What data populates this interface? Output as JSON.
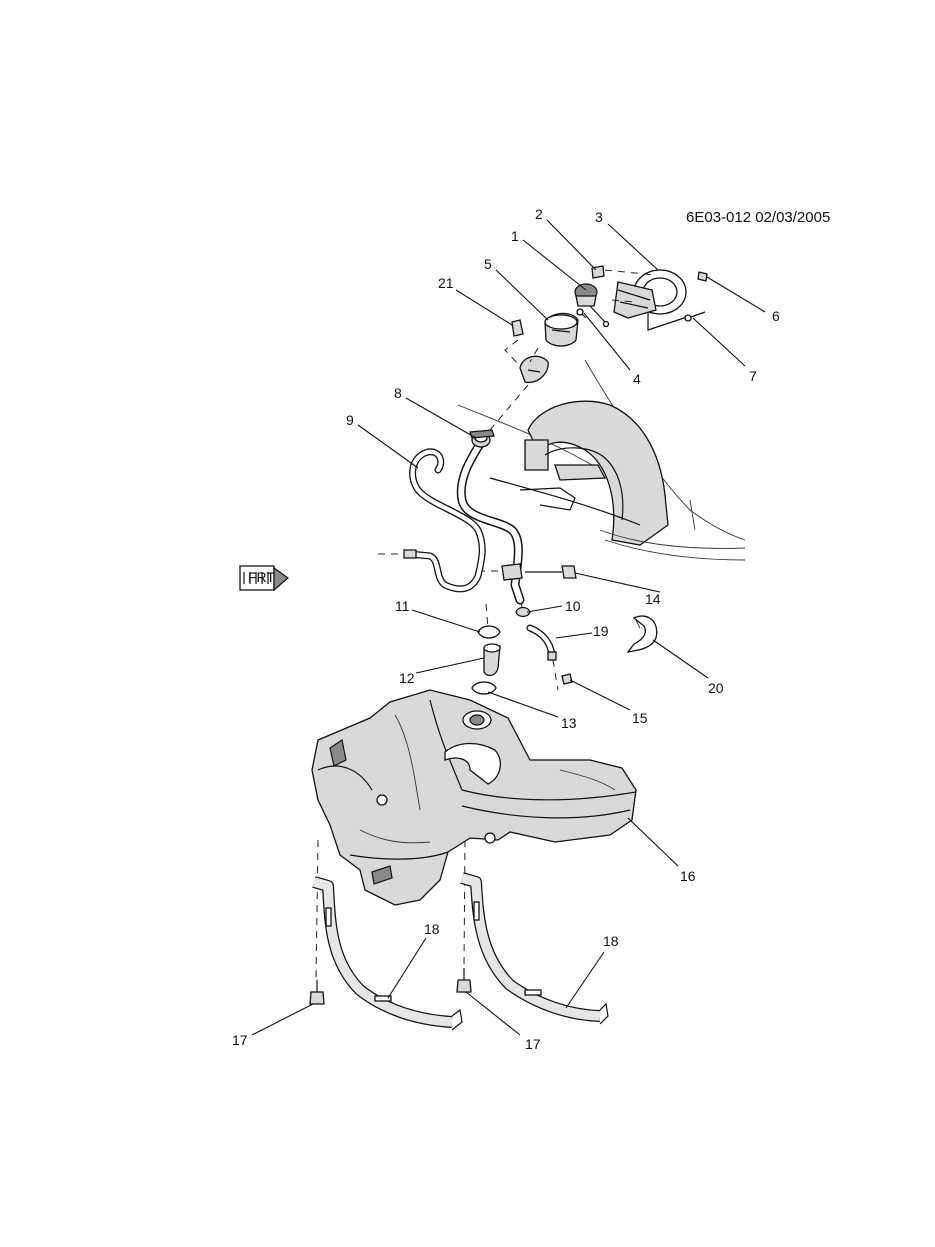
{
  "document": {
    "id_date": "6E03-012  02/03/2005"
  },
  "front_indicator": {
    "label": "FRT",
    "icon": "front-arrow-icon"
  },
  "callouts": [
    {
      "number": "1"
    },
    {
      "number": "2"
    },
    {
      "number": "3"
    },
    {
      "number": "4"
    },
    {
      "number": "5"
    },
    {
      "number": "6"
    },
    {
      "number": "7"
    },
    {
      "number": "8"
    },
    {
      "number": "9"
    },
    {
      "number": "10"
    },
    {
      "number": "11"
    },
    {
      "number": "12"
    },
    {
      "number": "13"
    },
    {
      "number": "14"
    },
    {
      "number": "15"
    },
    {
      "number": "16"
    },
    {
      "number": "17"
    },
    {
      "number": "17"
    },
    {
      "number": "18"
    },
    {
      "number": "18"
    },
    {
      "number": "19"
    },
    {
      "number": "20"
    },
    {
      "number": "21"
    }
  ]
}
